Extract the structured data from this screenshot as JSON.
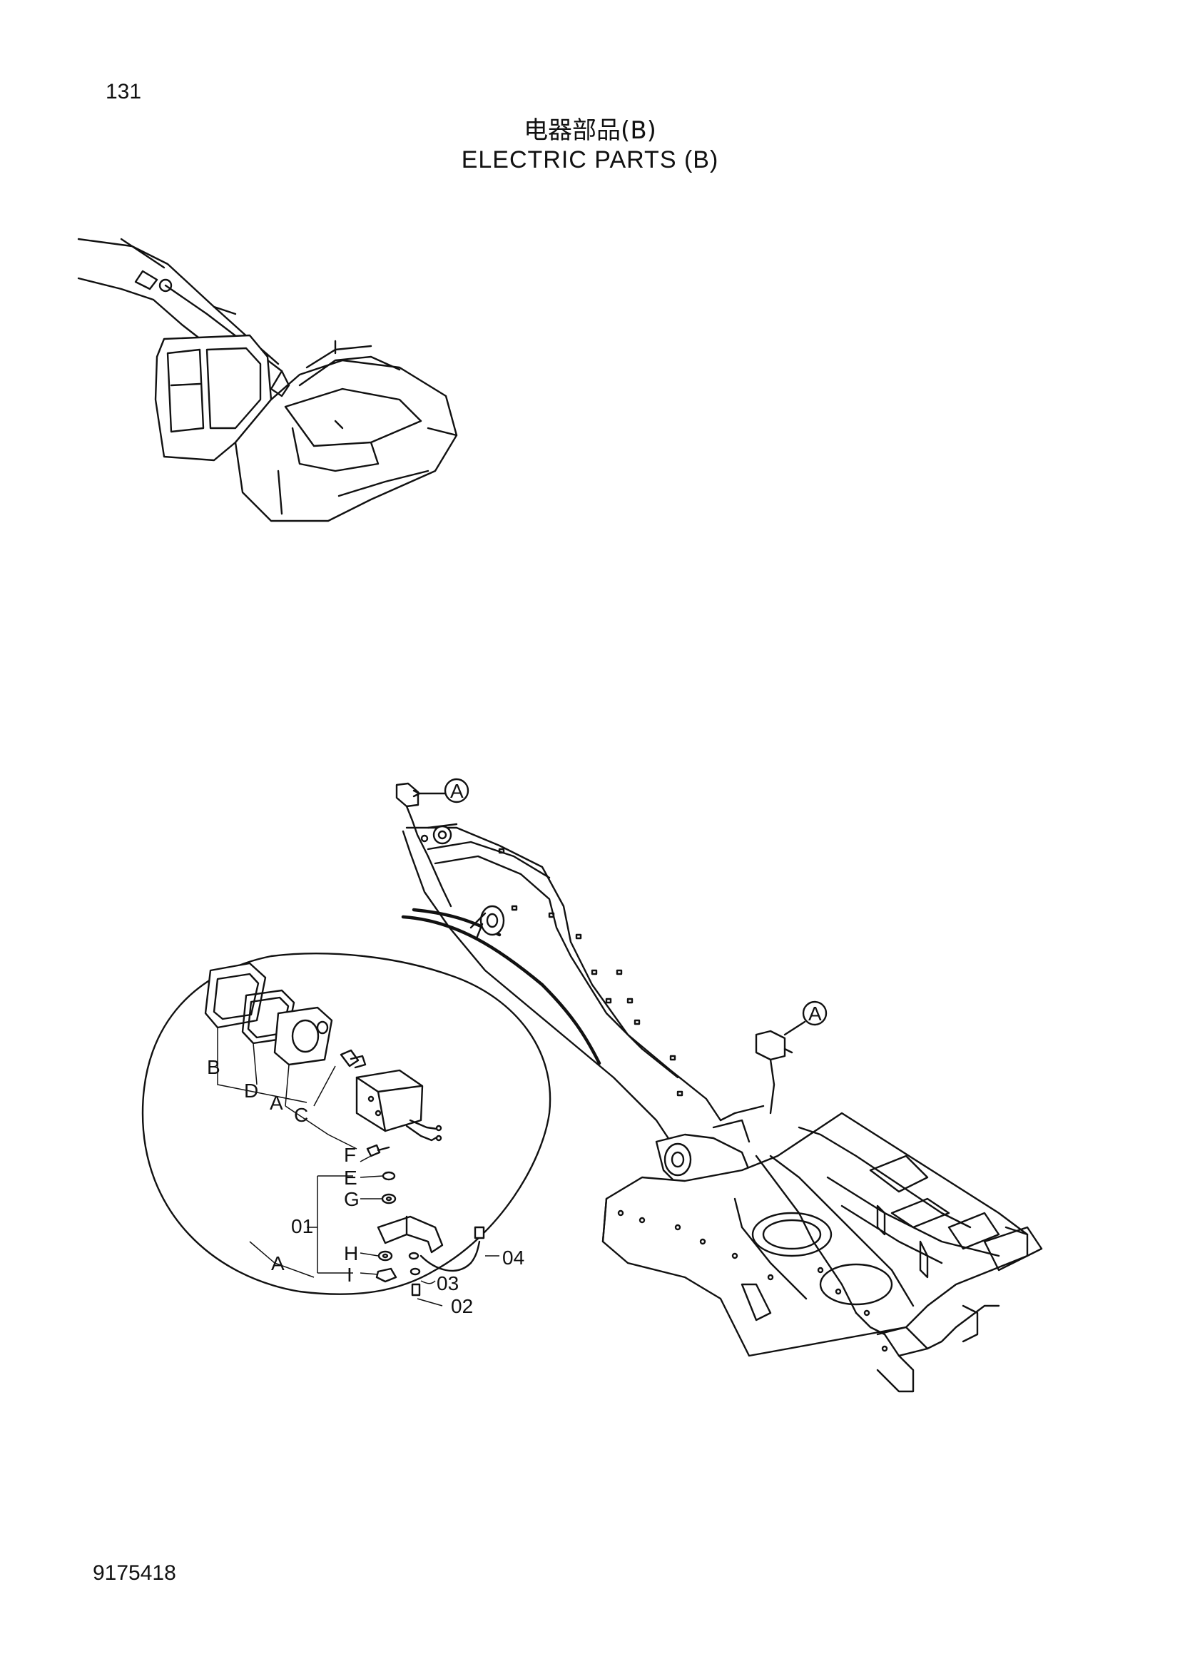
{
  "header": {
    "page_number": "131",
    "title_cn": "电器部品(B)",
    "title_en": "ELECTRIC  PARTS (B)"
  },
  "footer": {
    "document_number": "9175418"
  },
  "diagram": {
    "callouts": {
      "boom_top": "A",
      "frame_rear": "A",
      "detail": "A"
    },
    "detail_labels": {
      "b": "B",
      "d": "D",
      "a": "A",
      "c": "C",
      "f": "F",
      "e": "E",
      "g": "G",
      "h": "H",
      "i": "I"
    },
    "part_numbers": {
      "p01": "01",
      "p02": "02",
      "p03": "03",
      "p04": "04"
    }
  }
}
